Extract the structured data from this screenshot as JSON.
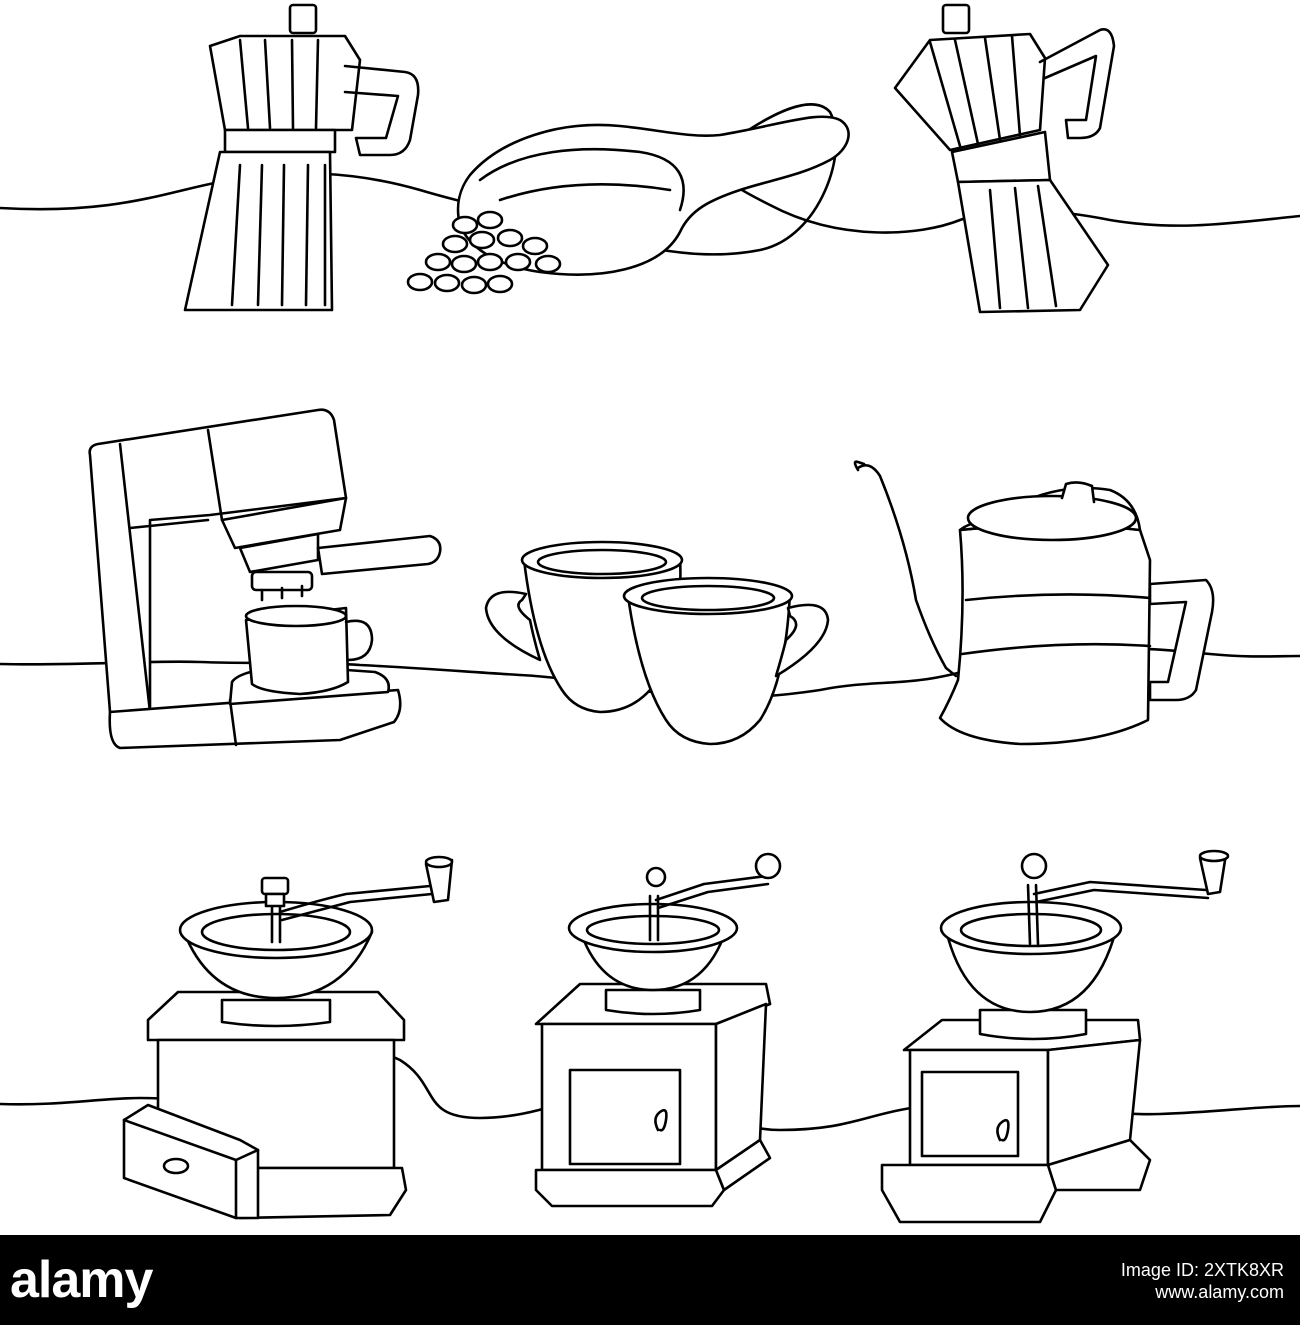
{
  "footer": {
    "logo_text": "alamy",
    "id_label": "Image ID: 2XTK8XR",
    "site": "www.alamy.com"
  },
  "colors": {
    "line": "#000000",
    "background": "#ffffff",
    "footer": "#000000"
  },
  "illustrations": [
    "moka-pot-icon",
    "coffee-scoop-icon",
    "moka-pot-icon",
    "espresso-machine-icon",
    "coffee-cups-icon",
    "gooseneck-kettle-icon",
    "coffee-grinder-icon",
    "coffee-grinder-icon",
    "coffee-grinder-icon"
  ]
}
